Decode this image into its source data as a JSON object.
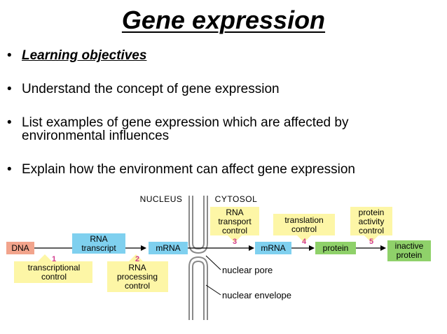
{
  "title": "Gene expression",
  "bullets": [
    {
      "text": "Learning objectives"
    },
    {
      "text": "Understand the concept of gene expression"
    },
    {
      "text": "List examples of gene expression which are affected by"
    },
    {
      "text2": "environmental influences"
    },
    {
      "text": "Explain how the environment can affect gene expression"
    }
  ],
  "bullet_items": {
    "objectives": "Learning objectives",
    "concept": "Understand the concept of gene expression",
    "examples_line1": "List examples of gene expression which are affected by",
    "examples_line2": "environmental influences",
    "explain": "Explain how the environment can affect gene expression",
    "marker": "•"
  },
  "diagram": {
    "nucleus": "NUCLEUS",
    "cytosol": "CYTOSOL",
    "dna": "DNA",
    "rna_transcript": [
      "RNA",
      "transcript"
    ],
    "mrna": "mRNA",
    "protein": "protein",
    "inactive_protein": [
      "inactive",
      "protein"
    ],
    "controls": [
      {
        "num": "1",
        "lines": [
          "transcriptional",
          "control"
        ]
      },
      {
        "num": "2",
        "lines": [
          "RNA",
          "processing",
          "control"
        ]
      },
      {
        "num": "3",
        "lines": [
          "RNA",
          "transport",
          "control"
        ]
      },
      {
        "num": "4",
        "lines": [
          "translation",
          "control"
        ]
      },
      {
        "num": "5",
        "lines": [
          "protein",
          "activity",
          "control"
        ]
      }
    ],
    "nuclear_pore": "nuclear pore",
    "nuclear_envelope": "nuclear envelope",
    "colors": {
      "dna": "#f2a48c",
      "rna": "#7fd0ef",
      "protein": "#8fd16a",
      "control": "#fdf6a6",
      "number": "#d23a8c"
    }
  }
}
